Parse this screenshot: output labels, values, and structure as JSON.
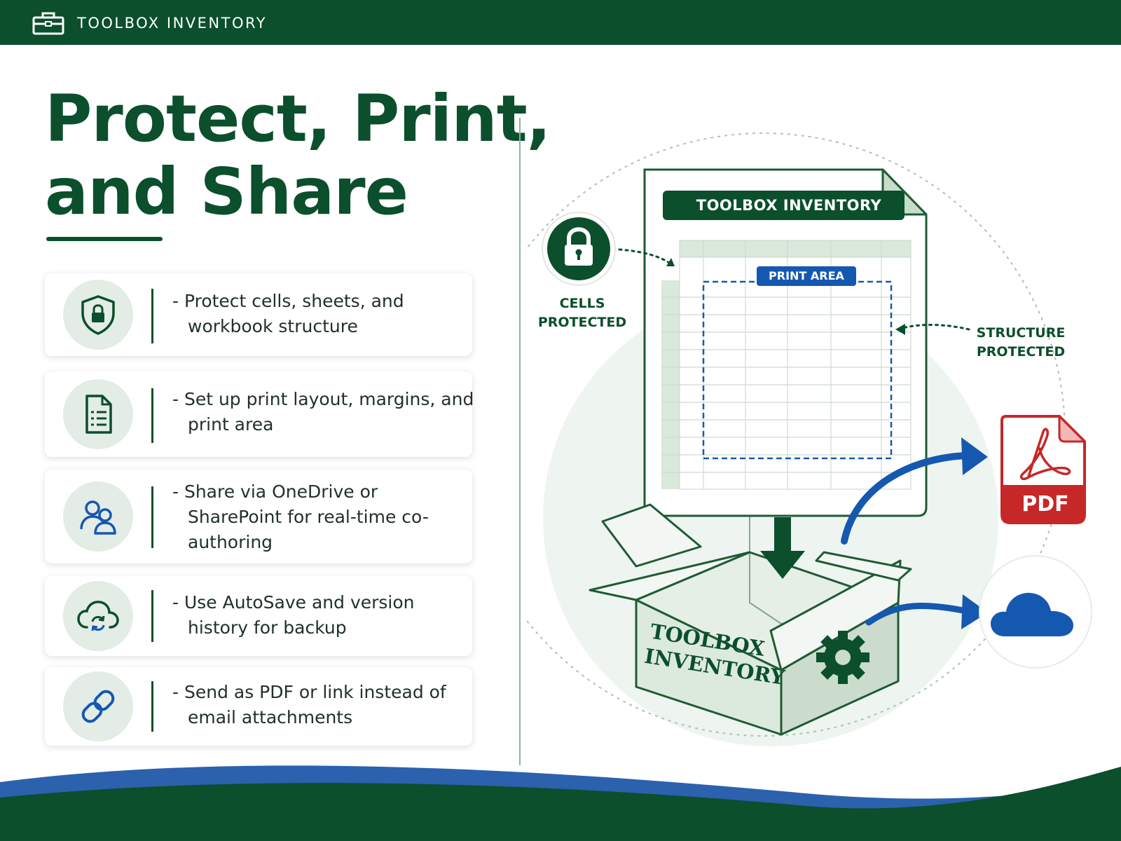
{
  "header": {
    "brand_text": "TOOLBOX INVENTORY",
    "brand_icon": "toolbox-icon"
  },
  "title": {
    "line1": "Protect, Print,",
    "line2": "and Share"
  },
  "features": [
    {
      "icon": "shield-lock-icon",
      "text": "- Protect cells, sheets, and workbook structure"
    },
    {
      "icon": "document-icon",
      "text": "- Set up print layout, margins, and print area"
    },
    {
      "icon": "users-icon",
      "text": "- Share via OneDrive or SharePoint for real-time co-authoring"
    },
    {
      "icon": "cloud-sync-icon",
      "text": "- Use AutoSave and version history for backup"
    },
    {
      "icon": "link-icon",
      "text": "- Send as PDF or link instead of email attachments"
    }
  ],
  "illustration": {
    "sheet_title": "TOOLBOX INVENTORY",
    "print_area_label": "PRINT AREA",
    "cells_protected": {
      "line1": "CELLS",
      "line2": "PROTECTED"
    },
    "structure_protected": {
      "line1": "STRUCTURE",
      "line2": "PROTECTED"
    },
    "box_label": {
      "line1": "TOOLBOX",
      "line2": "INVENTORY"
    },
    "pdf_label": "PDF",
    "icons": [
      "lock-icon",
      "gear-icon",
      "pdf-file-icon",
      "cloud-icon",
      "down-arrow-icon"
    ]
  },
  "colors": {
    "primary_green": "#0b4f2c",
    "light_green": "#e3ece5",
    "accent_blue": "#1558b0",
    "pdf_red": "#c62828"
  }
}
